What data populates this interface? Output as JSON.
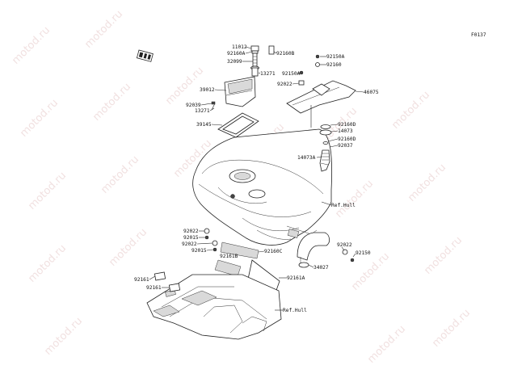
{
  "diagram": {
    "figure_code": "F0137",
    "watermark": "motod.ru",
    "part_labels": {
      "p11012": "11012",
      "p92160A": "92160A",
      "p32099": "32099",
      "p92160B_top": "92160B",
      "p13271_top": "13271",
      "p39012": "39012",
      "p92039": "92039",
      "p13271_left": "13271",
      "p39145": "39145",
      "p92150A_a": "92150A",
      "p92160": "92160",
      "p92150A_b": "92150A",
      "p92022_top": "92022",
      "p46075": "46075",
      "p92160D_a": "92160D",
      "p14073": "14073",
      "p92160D_b": "92160D",
      "p92037": "92037",
      "p14073A": "14073A",
      "refhull_1": "Ref.Hull",
      "p92022_a": "92022",
      "p92015_a": "92015",
      "p92022_b": "92022",
      "p92015_b": "92015",
      "p92161B": "92161B",
      "p92160C": "92160C",
      "p92022_r": "92022",
      "p92150": "92150",
      "p34027": "34027",
      "p92161_a": "92161",
      "p92161_b": "92161",
      "p92161A": "92161A",
      "refhull_2": "Ref.Hull"
    }
  }
}
